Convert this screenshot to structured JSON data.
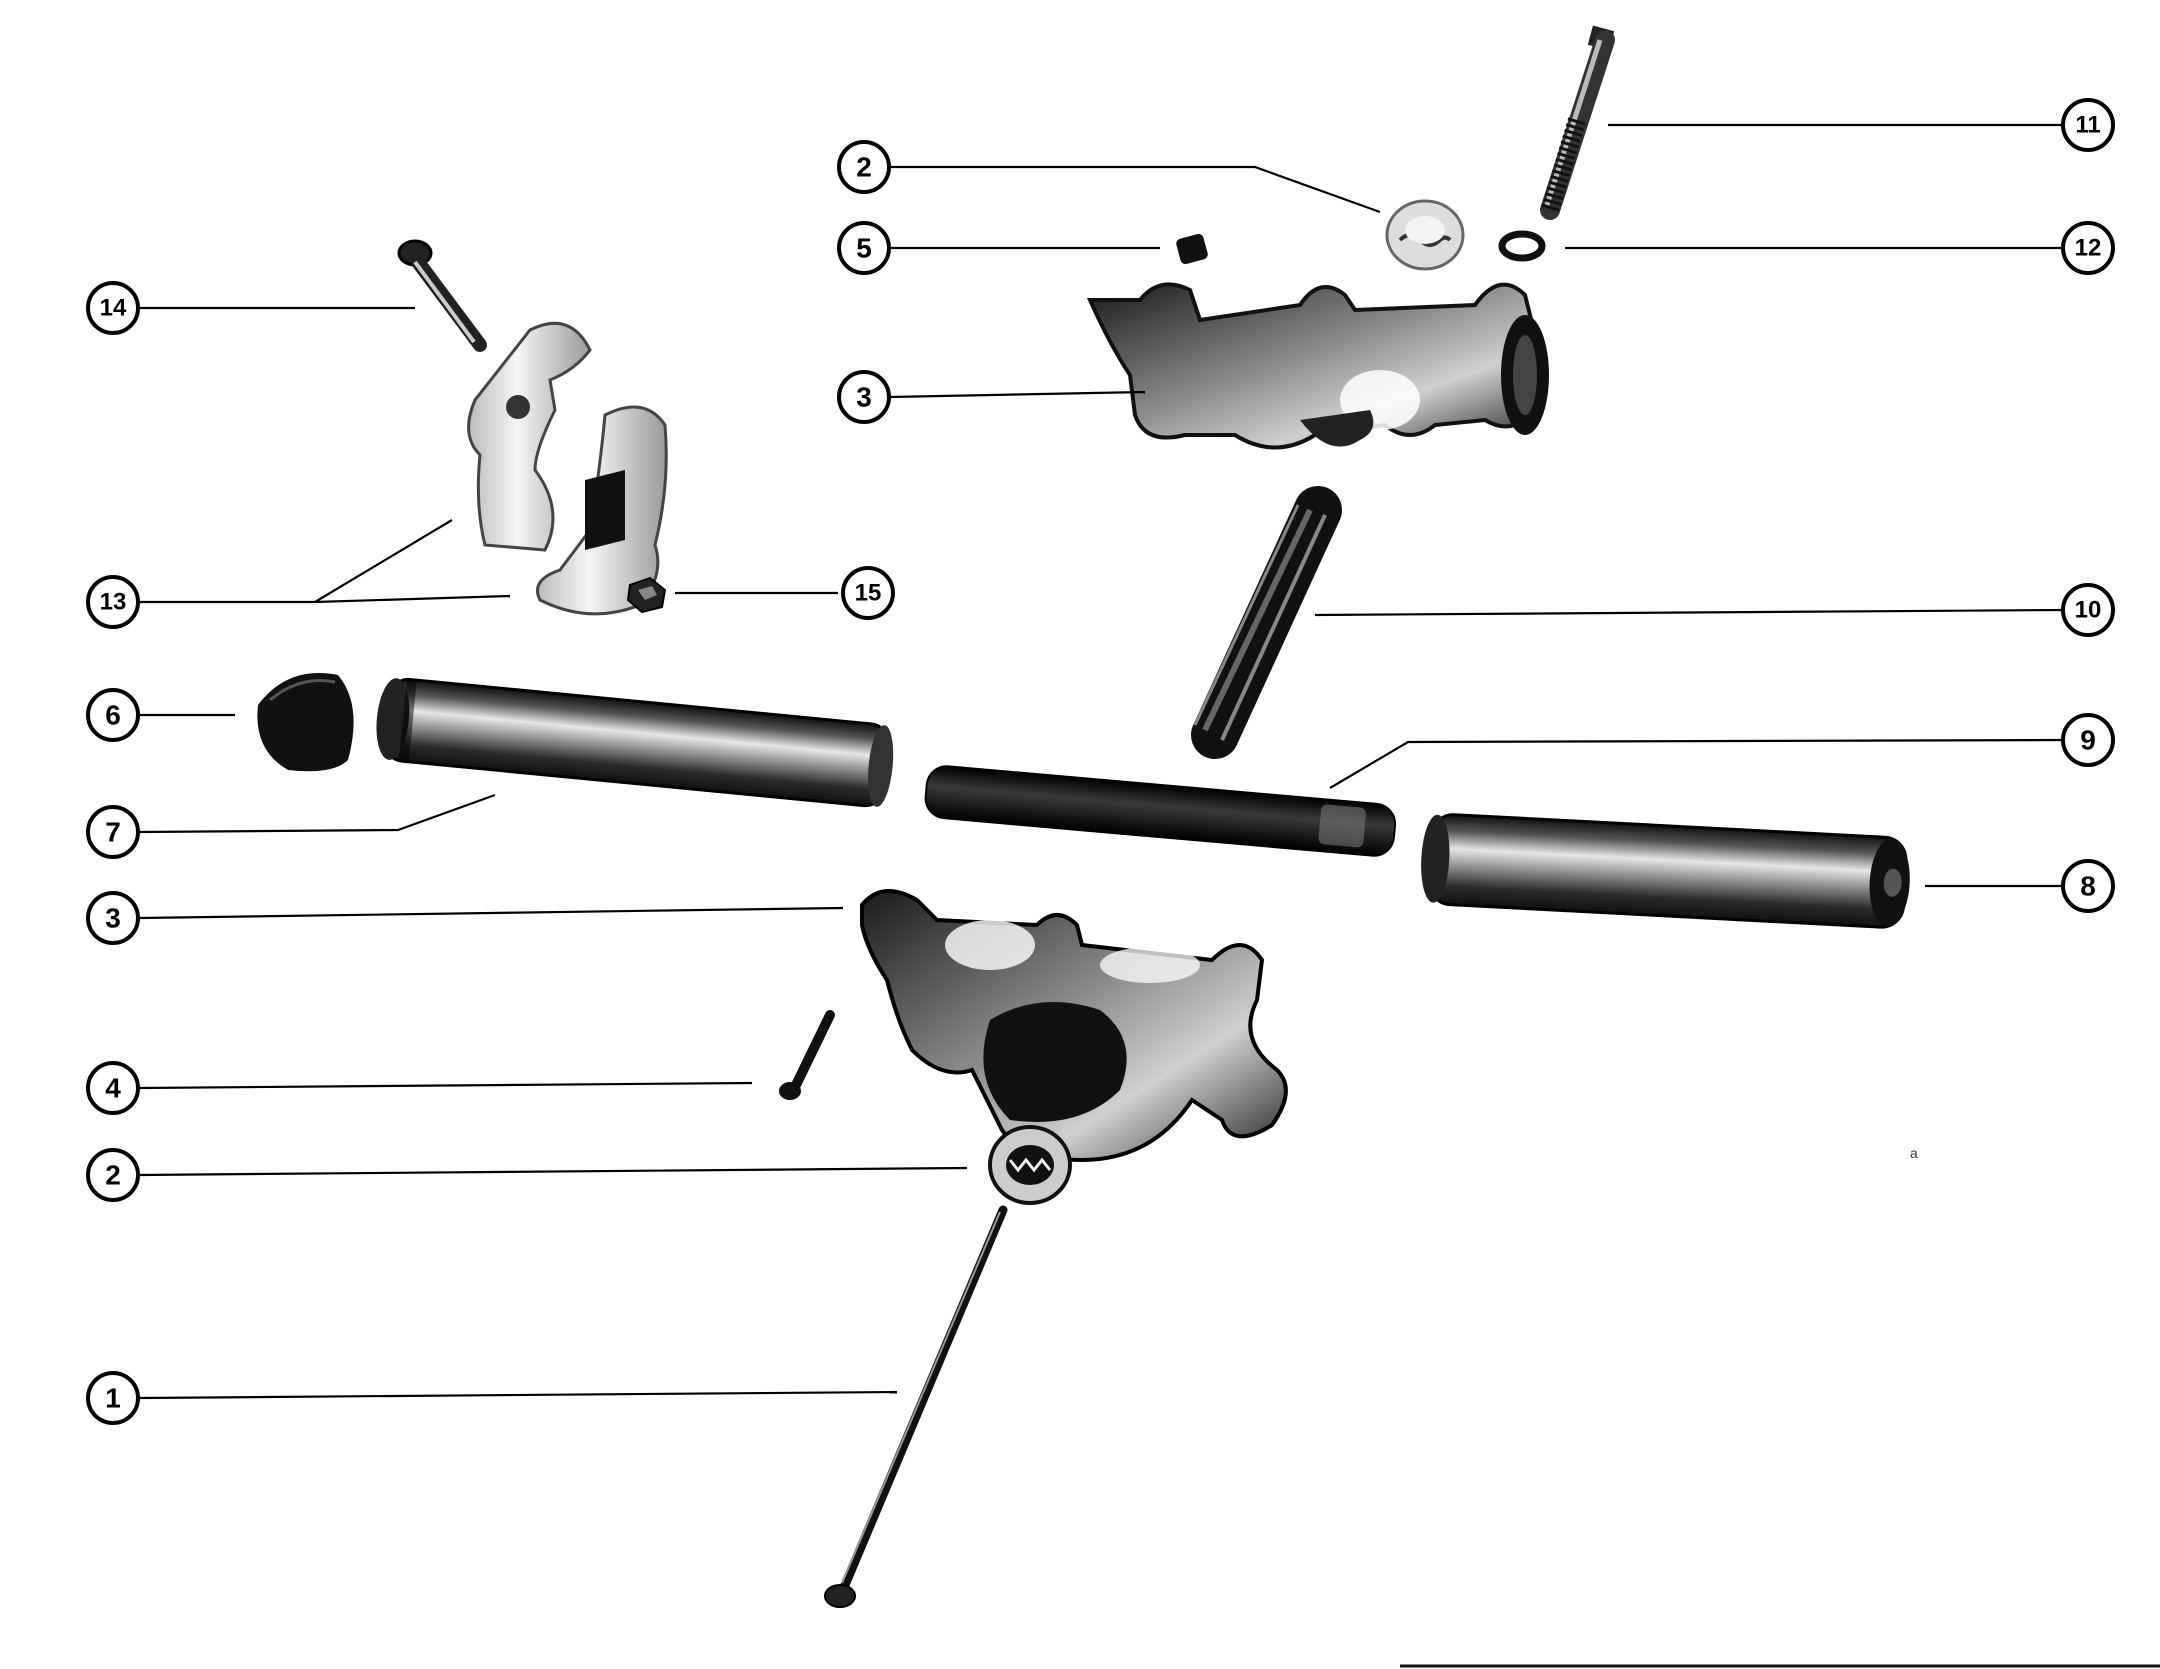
{
  "figure": {
    "type": "exploded-parts-diagram",
    "callouts": [
      {
        "id": "c1",
        "label": "1"
      },
      {
        "id": "c2a",
        "label": "2"
      },
      {
        "id": "c2b",
        "label": "2"
      },
      {
        "id": "c3a",
        "label": "3"
      },
      {
        "id": "c3b",
        "label": "3"
      },
      {
        "id": "c4",
        "label": "4"
      },
      {
        "id": "c5",
        "label": "5"
      },
      {
        "id": "c6",
        "label": "6"
      },
      {
        "id": "c7",
        "label": "7"
      },
      {
        "id": "c8",
        "label": "8"
      },
      {
        "id": "c9",
        "label": "9"
      },
      {
        "id": "c10",
        "label": "10"
      },
      {
        "id": "c11",
        "label": "11"
      },
      {
        "id": "c12",
        "label": "12"
      },
      {
        "id": "c13",
        "label": "13"
      },
      {
        "id": "c14",
        "label": "14"
      },
      {
        "id": "c15",
        "label": "15"
      }
    ]
  }
}
